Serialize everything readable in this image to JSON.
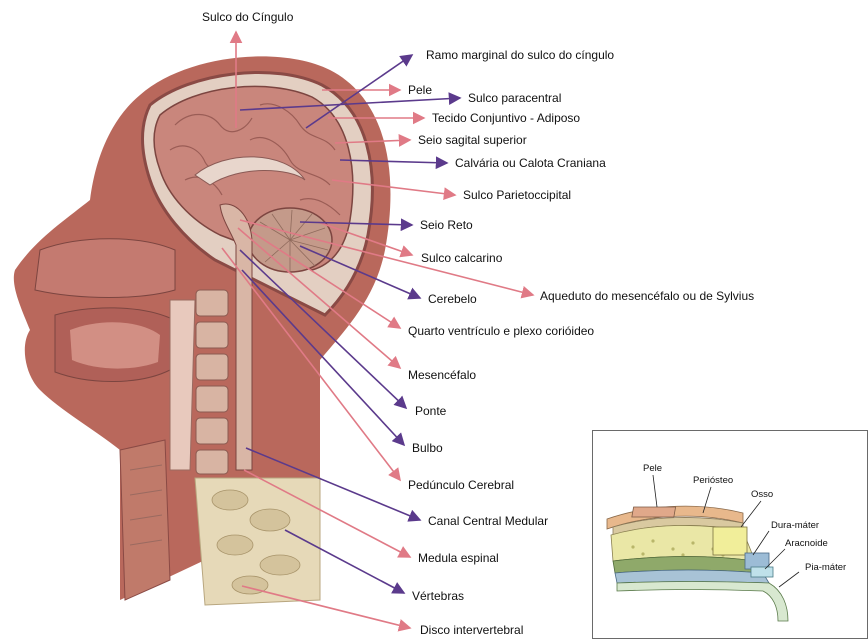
{
  "labels": {
    "sulco_cingulo": "Sulco do Cíngulo",
    "ramo_marginal": "Ramo marginal do sulco do cíngulo",
    "pele": "Pele",
    "sulco_paracentral": "Sulco paracentral",
    "tecido_conjuntivo": "Tecido Conjuntivo - Adiposo",
    "seio_sagital": "Seio sagital superior",
    "calvaria": "Calvária ou Calota Craniana",
    "sulco_parieto": "Sulco Parietoccipital",
    "seio_reto": "Seio Reto",
    "sulco_calcarino": "Sulco calcarino",
    "aqueduto": "Aqueduto do mesencéfalo ou de Sylvius",
    "cerebelo": "Cerebelo",
    "quarto_ventriculo": "Quarto ventrículo e plexo corióideo",
    "mesencefalo": "Mesencéfalo",
    "ponte": "Ponte",
    "bulbo": "Bulbo",
    "pedunculo": "Pedúnculo Cerebral",
    "canal_central": "Canal Central Medular",
    "medula": "Medula espinal",
    "vertebras": "Vértebras",
    "disco": "Disco intervertebral"
  },
  "inset": {
    "pele": "Pele",
    "periosteo": "Periósteo",
    "osso": "Osso",
    "dura": "Dura-máter",
    "aracnoide": "Aracnoide",
    "pia": "Pia-máter"
  },
  "colors": {
    "pink_arrow": "#e07a86",
    "purple_arrow": "#5b3a8c",
    "skin": "#b9685c",
    "brain": "#c9867c",
    "bone": "#e6d9b8"
  }
}
